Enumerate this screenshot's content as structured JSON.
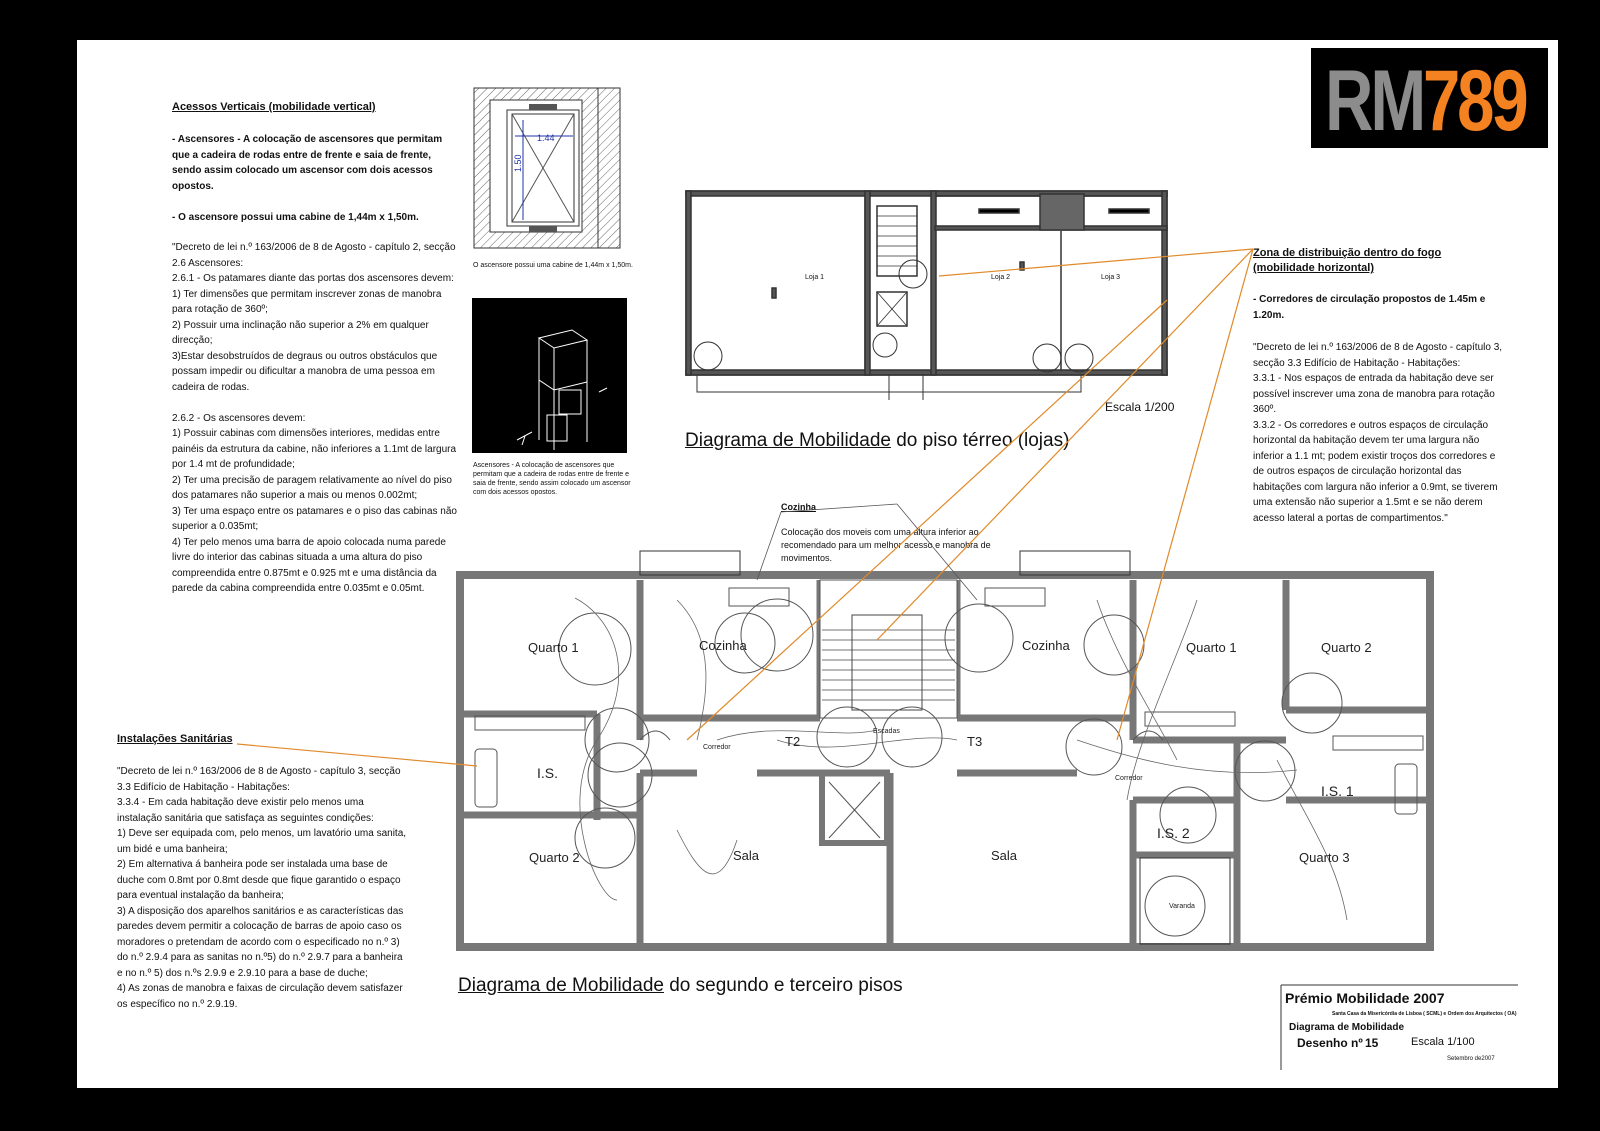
{
  "logo": {
    "text_grey": "RM",
    "text_orange": "789",
    "color_grey": "#8c8c8c",
    "color_orange": "#f58220"
  },
  "colors": {
    "leader": "#e08a2a",
    "wall": "#777777",
    "ink": "#222222"
  },
  "left_column": {
    "vertical_heading": "Acessos Verticais (mobilidade vertical)",
    "vertical_intro": "- Ascensores - A colocação de ascensores que permitam que a cadeira de rodas entre de frente e saia de frente, sendo assim colocado um ascensor  com dois acessos opostos.\n\n- O ascensore possui uma cabine de 1,44m x 1,50m.",
    "vertical_decree": "\"Decreto de lei n.º 163/2006 de 8 de Agosto - capítulo 2, secção 2.6 Ascensores:\n2.6.1 - Os patamares diante das portas dos ascensores devem:\n1) Ter dimensões que permitam inscrever zonas de manobra para rotação de 360º;\n2) Possuir uma inclinação não superior a 2% em qualquer direcção;\n3)Estar desobstruídos de degraus ou outros obstáculos que possam impedir ou dificultar a manobra de uma pessoa em cadeira de rodas.\n\n2.6.2 - Os ascensores devem:\n1) Possuir cabinas com dimensões interiores, medidas entre painéis da estrutura da cabine, não inferiores a 1.1mt de largura por 1.4 mt de profundidade;\n2) Ter uma precisão de paragem relativamente ao nível do piso dos patamares não superior a mais ou menos 0.002mt;\n3) Ter uma espaço entre os patamares e o piso das cabinas não superior a 0.035mt;\n4) Ter pelo menos uma barra de apoio colocada numa parede livre do interior das cabinas situada a uma altura do piso compreendida entre 0.875mt e 0.925 mt e uma distância da parede da cabina compreendida entre 0.035mt e 0.05mt.",
    "sanitary_heading": "Instalações Sanitárias",
    "sanitary_text": "\"Decreto de lei n.º 163/2006 de 8 de Agosto - capítulo 3, secção 3.3 Edifício de Habitação - Habitações:\n3.3.4 - Em cada habitação deve existir pelo menos uma instalação sanitária que satisfaça as seguintes condições:\n1) Deve ser equipada com, pelo menos, um lavatório uma sanita, um bidé e uma banheira;\n2) Em alternativa á banheira pode ser instalada uma base de duche com 0.8mt por 0.8mt desde que fique garantido o espaço para eventual instalação da banheira;\n3) A disposição dos aparelhos sanitários e as características das paredes devem permitir a colocação de barras de apoio caso os moradores o pretendam de acordo com o especificado no n.º 3) do n.º 2.9.4 para as sanitas no n.º5) do n.º 2.9.7 para a banheira e no n.º 5) dos n.ºs 2.9.9 e 2.9.10 para a base de duche;\n4) As zonas de manobra e faixas de circulação devem satisfazer os específico no n.º 2.9.19."
  },
  "elevator_detail": {
    "dim_width": "1.44",
    "dim_depth": "1.50",
    "caption": "O ascensore possui uma cabine de 1,44m x 1,50m."
  },
  "elevator_3d": {
    "caption": "Ascensores - A colocação de ascensores que permitam que a cadeira de rodas entre de frente e saia de frente, sendo assim colocado um ascensor  com dois acessos opostos."
  },
  "ground_floor": {
    "rooms": [
      "Loja 1",
      "Loja 2",
      "Loja 3"
    ],
    "scale": "Escala 1/200",
    "title_underlined": "Diagrama de Mobilidade",
    "title_rest": " do piso térreo (lojas)"
  },
  "right_column": {
    "heading": "Zona de distribuição dentro do fogo (mobilidade horizontal)",
    "intro": "- Corredores de circulação propostos de 1.45m e 1.20m.",
    "decree": " \"Decreto de lei n.º 163/2006 de 8 de Agosto - capítulo 3, secção 3.3 Edifício de Habitação - Habitações:\n3.3.1 - Nos espaços de entrada da habitação deve ser possível inscrever uma zona de manobra para rotação 360º.\n3.3.2 - Os corredores e outros espaços de circulação horizontal da habitação devem ter uma largura não inferior a 1.1 mt; podem existir troços dos corredores e de outros espaços de circulação horizontal das habitações com largura não inferior a 0.9mt, se tiverem uma extensão não superior a 1.5mt e se não derem acesso lateral a portas de compartimentos.\""
  },
  "kitchen_note": {
    "heading": "Cozinha",
    "text": "Colocação dos moveis com uma altura inferior ao recomendado para um melhor acesso e manobra de movimentos."
  },
  "upper_floor": {
    "labels": {
      "quarto1_left": "Quarto 1",
      "cozinha_left": "Cozinha",
      "is_left": "I.S.",
      "quarto2_left": "Quarto 2",
      "sala_left": "Sala",
      "t2": "T2",
      "corredor_left": "Corredor",
      "escadas": "Escadas",
      "t3": "T3",
      "cozinha_right": "Cozinha",
      "quarto1_right": "Quarto 1",
      "quarto2_right": "Quarto 2",
      "is1": "I.S. 1",
      "is2": "I.S. 2",
      "corredor_right": "Corredor",
      "sala_right": "Sala",
      "varanda": "Varanda",
      "quarto3": "Quarto 3"
    },
    "title_underlined": "Diagrama de Mobilidade",
    "title_rest": " do segundo e terceiro pisos"
  },
  "title_block": {
    "award": "Prémio Mobilidade 2007",
    "organizers": "Santa Casa da Misericórdia de Lisboa ( SCML) e Ordem dos Arquitectos ( OA)",
    "drawing_name": "Diagrama de Mobilidade",
    "drawing_label": "Desenho nº",
    "drawing_number": "15",
    "scale": "Escala 1/100",
    "date": "Setembro de2007"
  }
}
